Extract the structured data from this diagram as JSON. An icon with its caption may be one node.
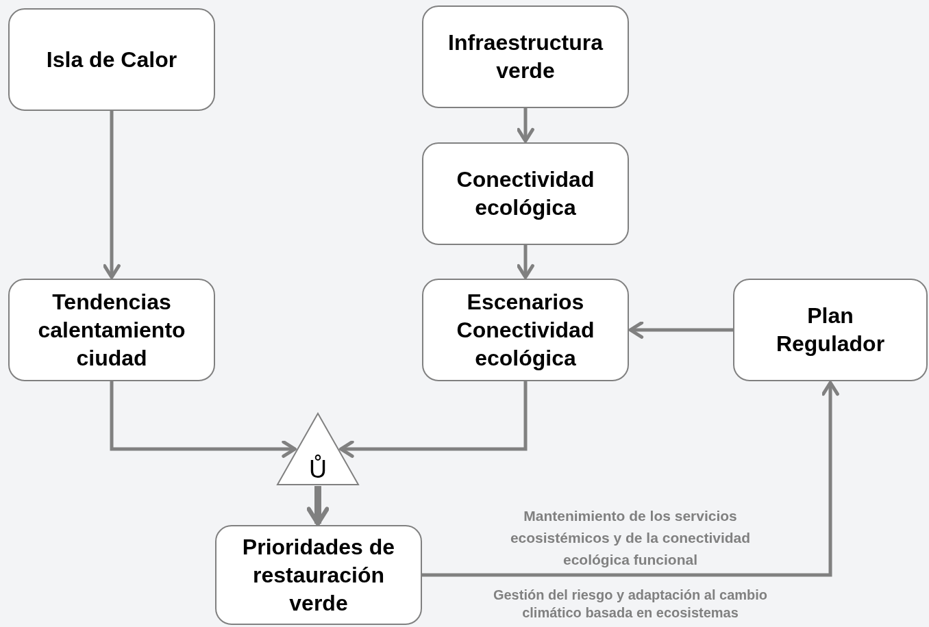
{
  "diagram": {
    "nodes": [
      {
        "text": [
          "Isla de Calor"
        ]
      },
      {
        "text": [
          "Infraestructura verde"
        ]
      },
      {
        "text": [
          "Conectividad ecológica"
        ]
      },
      {
        "text": [
          "Tendencias calentamiento ciudad"
        ]
      },
      {
        "text": [
          "Escenarios Conectividad ecológica"
        ]
      },
      {
        "text": [
          "Plan Regulador"
        ]
      },
      {
        "text": [
          "Ů"
        ]
      },
      {
        "text": [
          "Prioridades de restauración verde"
        ]
      }
    ],
    "edges": [
      {
        "from": 0,
        "to": 3,
        "arrow": "to"
      },
      {
        "from": 1,
        "to": 2,
        "arrow": "to"
      },
      {
        "from": 2,
        "to": 4,
        "arrow": "to"
      },
      {
        "from": 5,
        "to": 4,
        "arrow": "to"
      },
      {
        "from": 3,
        "to": 6,
        "arrow": "to"
      },
      {
        "from": 4,
        "to": 6,
        "arrow": "to"
      },
      {
        "from": 6,
        "to": 7,
        "arrow": "to",
        "style": "thick"
      },
      {
        "from": 7,
        "to": 5,
        "arrow": "to",
        "label": "Mantenimiento de los servicios ecosistémicos y de la conectividad ecológica funcional"
      }
    ],
    "labels": [
      "Gestión del riesgo y adaptación al cambio climático basada en ecosistemas"
    ]
  }
}
